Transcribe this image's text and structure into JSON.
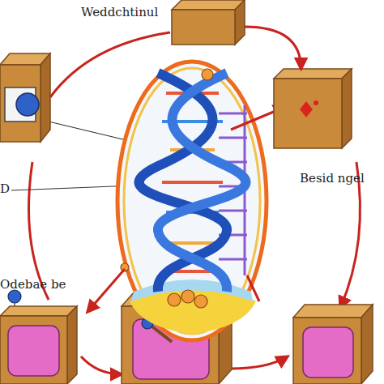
{
  "diagram": {
    "nodes": [
      {
        "text": [
          "Weddchtinul"
        ]
      },
      {
        "text": [
          "Besid ngel"
        ]
      },
      {
        "text": [
          "Odebae be"
        ]
      }
    ],
    "edges": [
      {
        "from": 0,
        "to": 1,
        "arrow": "to"
      }
    ],
    "labels": [
      "D"
    ]
  }
}
